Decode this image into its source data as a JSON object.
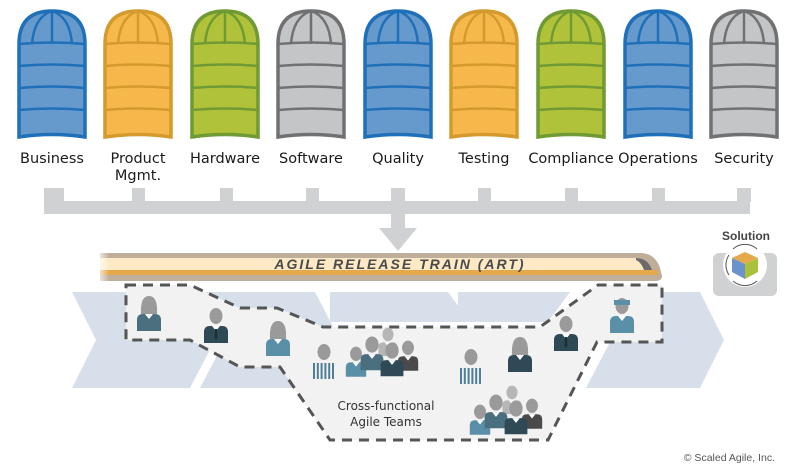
{
  "silos": [
    {
      "label": [
        "Business"
      ],
      "color": "blue"
    },
    {
      "label": [
        "Product",
        "Mgmt."
      ],
      "color": "orange"
    },
    {
      "label": [
        "Hardware"
      ],
      "color": "green"
    },
    {
      "label": [
        "Software"
      ],
      "color": "gray"
    },
    {
      "label": [
        "Quality"
      ],
      "color": "blue"
    },
    {
      "label": [
        "Testing"
      ],
      "color": "orange"
    },
    {
      "label": [
        "Compliance"
      ],
      "color": "green"
    },
    {
      "label": [
        "Operations"
      ],
      "color": "blue"
    },
    {
      "label": [
        "Security"
      ],
      "color": "gray"
    }
  ],
  "palette": {
    "blue": {
      "fill": "#6699cc",
      "stroke": "#1f70b8"
    },
    "orange": {
      "fill": "#f7b84b",
      "stroke": "#d39a2e"
    },
    "green": {
      "fill": "#b0c23a",
      "stroke": "#6f9a34"
    },
    "gray": {
      "fill": "#c4c5c7",
      "stroke": "#707173"
    },
    "connector": "#d0d1d3",
    "chevron": "#d6dfea",
    "team_area": "#f2f2f2",
    "dash": "#555555",
    "train_cream": "#fde9c5",
    "train_gold": "#e4a94a",
    "train_taupe": "#bfae9a"
  },
  "train": {
    "title": "AGILE RELEASE TRAIN (ART)"
  },
  "solution": {
    "label": "Solution",
    "icon": "cube-cycle-icon"
  },
  "teams": {
    "label_lines": [
      "Cross-functional",
      "Agile Teams"
    ]
  },
  "people_icons": [
    "person-woman",
    "person-businessman",
    "person-woman",
    "person-striped",
    "team-group",
    "person-striped",
    "person-woman",
    "person-businessman",
    "team-group",
    "person-conductor"
  ],
  "copyright": "© Scaled Agile, Inc."
}
